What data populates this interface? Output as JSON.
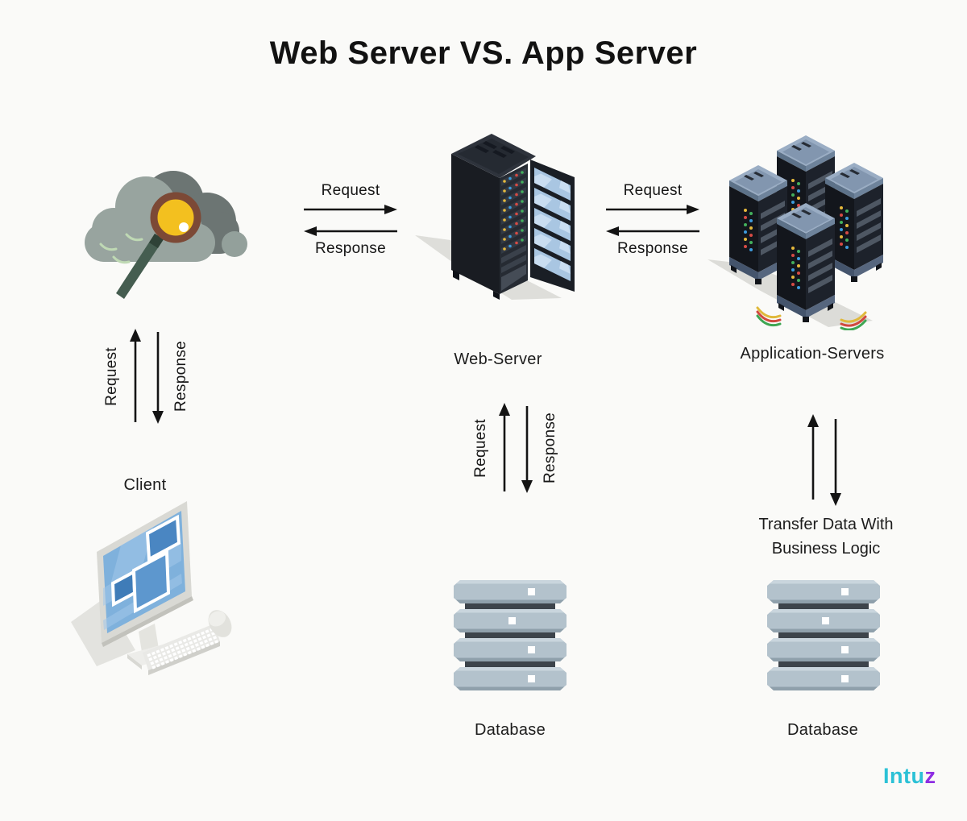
{
  "title": "Web Server VS. App Server",
  "nodes": {
    "client_label": "Client",
    "web_server_label": "Web-Server",
    "app_servers_label": "Application-Servers",
    "web_db_label": "Database",
    "app_db_label": "Database"
  },
  "flows": {
    "client_to_web": {
      "request": "Request",
      "response": "Response"
    },
    "web_to_app": {
      "request": "Request",
      "response": "Response"
    },
    "cloud_to_client": {
      "request": "Request",
      "response": "Response"
    },
    "web_to_db": {
      "request": "Request",
      "response": "Response"
    },
    "app_to_db": {
      "line1": "Transfer Data With",
      "line2": "Business Logic"
    }
  },
  "logo": {
    "prefix": "Intu",
    "suffix": "z"
  },
  "colors": {
    "background": "#FAFAF8",
    "text": "#1C1C1C",
    "arrow": "#141414",
    "logo_cyan": "#2BC1D6",
    "logo_purple": "#8E2DE2",
    "led_yellow": "#E5B93C",
    "led_red": "#D64B45",
    "led_green": "#43B05C",
    "led_blue": "#3D9BDD",
    "database_slab": "#B3C2CC",
    "server_body": "#14171D",
    "server_top": "#9AADC4",
    "glass": "#A9C6E2"
  }
}
